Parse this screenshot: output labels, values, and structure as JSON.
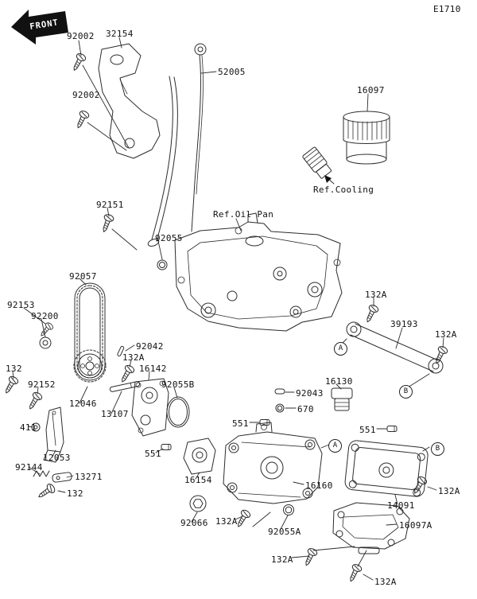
{
  "drawing": {
    "code": "E1710",
    "front_label": "FRONT",
    "type": "exploded-parts-diagram",
    "subject": "oil pump / oil filter assembly",
    "colors": {
      "line": "#2c2c2c",
      "background": "#ffffff",
      "front_arrow_fill": "#111111"
    }
  },
  "labels": [
    {
      "part": "drawing-code",
      "text": "E1710"
    },
    {
      "part": "front-arrow",
      "text": "FRONT"
    },
    {
      "part": "screw-top",
      "text": "92002"
    },
    {
      "part": "bracket",
      "text": "32154"
    },
    {
      "part": "dipstick",
      "text": "52005"
    },
    {
      "part": "oil-filter",
      "text": "16097"
    },
    {
      "part": "screw-second",
      "text": "92002"
    },
    {
      "part": "ref-cooling",
      "text": "Ref.Cooling"
    },
    {
      "part": "screw-pipe",
      "text": "92151"
    },
    {
      "part": "ref-oil-pan",
      "text": "Ref.Oil Pan"
    },
    {
      "part": "oring-pipe",
      "text": "92055"
    },
    {
      "part": "chain",
      "text": "92057"
    },
    {
      "part": "bolt",
      "text": "92153"
    },
    {
      "part": "washer",
      "text": "92200"
    },
    {
      "part": "screw-link-left",
      "text": "132A"
    },
    {
      "part": "link-rod",
      "text": "39193"
    },
    {
      "part": "screw-link-right",
      "text": "132A"
    },
    {
      "part": "pin",
      "text": "92042"
    },
    {
      "part": "screw-pump",
      "text": "132A"
    },
    {
      "part": "pump-body",
      "text": "16142"
    },
    {
      "part": "oring-large",
      "text": "92055B"
    },
    {
      "part": "valve",
      "text": "16130"
    },
    {
      "part": "pin-small",
      "text": "92043"
    },
    {
      "part": "oring-small",
      "text": "670"
    },
    {
      "part": "screw-left",
      "text": "132"
    },
    {
      "part": "screw-left2",
      "text": "92152"
    },
    {
      "part": "sprocket",
      "text": "12046"
    },
    {
      "part": "shaft",
      "text": "13107"
    },
    {
      "part": "dowel-mid",
      "text": "551"
    },
    {
      "part": "dowel-right",
      "text": "551"
    },
    {
      "part": "washer-small",
      "text": "411"
    },
    {
      "part": "guide",
      "text": "12053"
    },
    {
      "part": "spring",
      "text": "92144"
    },
    {
      "part": "plate",
      "text": "13271"
    },
    {
      "part": "screw-bottom-left",
      "text": "132"
    },
    {
      "part": "dowel-left",
      "text": "551"
    },
    {
      "part": "cover-small",
      "text": "16154"
    },
    {
      "part": "housing",
      "text": "16160"
    },
    {
      "part": "screw-cover-right",
      "text": "132A"
    },
    {
      "part": "cover-right",
      "text": "14091"
    },
    {
      "part": "plug",
      "text": "92066"
    },
    {
      "part": "screw-bottom-1",
      "text": "132A"
    },
    {
      "part": "oring-bottom",
      "text": "92055A"
    },
    {
      "part": "cover-bottom",
      "text": "16097A"
    },
    {
      "part": "screw-bottom-2",
      "text": "132A"
    },
    {
      "part": "screw-bottom-3",
      "text": "132A"
    }
  ],
  "callouts": [
    {
      "letter": "A"
    },
    {
      "letter": "B"
    },
    {
      "letter": "A"
    },
    {
      "letter": "B"
    }
  ]
}
